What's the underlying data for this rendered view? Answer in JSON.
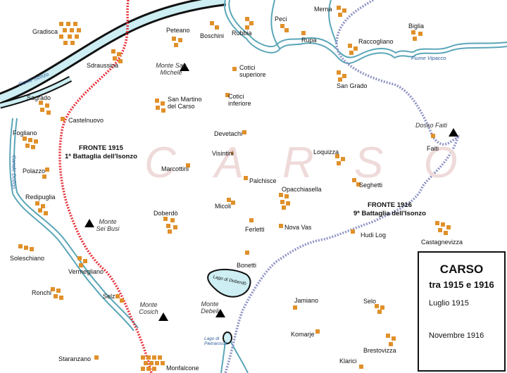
{
  "map": {
    "region_watermark": "C A R S O",
    "villages": [
      {
        "name": "Gradisca"
      },
      {
        "name": "Sdraussina"
      },
      {
        "name": "Peteano"
      },
      {
        "name": "Boschini"
      },
      {
        "name": "Rubbia"
      },
      {
        "name": "Peci"
      },
      {
        "name": "Rupa"
      },
      {
        "name": "Merna"
      },
      {
        "name": "Raccogliano"
      },
      {
        "name": "Biglia"
      },
      {
        "name": "Cotici superiore"
      },
      {
        "name": "Cotici inferiore"
      },
      {
        "name": "San Grado"
      },
      {
        "name": "Sagrado"
      },
      {
        "name": "San Martino del Carso"
      },
      {
        "name": "Castelnuovo"
      },
      {
        "name": "Fogliano"
      },
      {
        "name": "Devetachi"
      },
      {
        "name": "Faiti"
      },
      {
        "name": "Visintini"
      },
      {
        "name": "Loquizza"
      },
      {
        "name": "Marcottini"
      },
      {
        "name": "Polazzo"
      },
      {
        "name": "Palchisce"
      },
      {
        "name": "Opacchiasella"
      },
      {
        "name": "Seghetti"
      },
      {
        "name": "Redipuglia"
      },
      {
        "name": "Micoli"
      },
      {
        "name": "Doberdò"
      },
      {
        "name": "Ferletti"
      },
      {
        "name": "Nova Vas"
      },
      {
        "name": "Hudi Log"
      },
      {
        "name": "Castagnevizza"
      },
      {
        "name": "Soleschiano"
      },
      {
        "name": "Vermegliano"
      },
      {
        "name": "Bonetti"
      },
      {
        "name": "Ronchi"
      },
      {
        "name": "Selz"
      },
      {
        "name": "Jamiano"
      },
      {
        "name": "Selo"
      },
      {
        "name": "Komarje"
      },
      {
        "name": "Brestovizza"
      },
      {
        "name": "Staranzano"
      },
      {
        "name": "Monfalcone"
      },
      {
        "name": "Klarici"
      }
    ],
    "mountains": [
      {
        "name": "Monte San Michele"
      },
      {
        "name": "Dosso Faiti"
      },
      {
        "name": "Monte Sei Busi"
      },
      {
        "name": "Monte Cosich"
      },
      {
        "name": "Monte Debeli"
      }
    ],
    "waters": [
      {
        "name": "Fiume Isonzo"
      },
      {
        "name": "Fiume Vipacco"
      },
      {
        "name": "Canale Dottori"
      },
      {
        "name": "Lago di Doberdò"
      },
      {
        "name": "Lago di Pietrarossa"
      }
    ],
    "fronts": [
      {
        "line1": "FRONTE 1915",
        "line2": "1ª Battaglia dell'Isonzo",
        "color": "#e8303a"
      },
      {
        "line1": "FRONTE 1916",
        "line2": "9ª Battaglia dell'Isonzo",
        "color": "#8f93c4"
      }
    ]
  },
  "legend": {
    "title_line1": "CARSO",
    "title_line2": "tra 1915 e 1916",
    "items": [
      {
        "label": "Luglio 1915",
        "color": "#e8303a"
      },
      {
        "label": "Novembre 1916",
        "color": "#8f93c4"
      }
    ]
  },
  "colors": {
    "village": "#e0902a",
    "water_fill": "#cdeef2",
    "water_edge": "#5aa6b8",
    "isonzo_dark": "#1a1a1a"
  }
}
